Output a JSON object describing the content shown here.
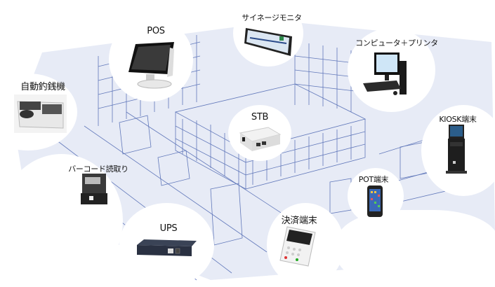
{
  "title": "店舗内IT機器構成図",
  "devices": [
    {
      "id": "pos",
      "label": "POS",
      "icon": "touchscreen-pos-terminal-icon"
    },
    {
      "id": "signage",
      "label": "サイネージモニタ",
      "icon": "signage-monitor-icon"
    },
    {
      "id": "pc-printer",
      "label": "コンピュータ＋プリンタ",
      "icon": "desktop-computer-icon"
    },
    {
      "id": "change-machine",
      "label": "自動釣銭機",
      "icon": "automatic-change-machine-icon"
    },
    {
      "id": "stb",
      "label": "STB",
      "icon": "set-top-box-icon"
    },
    {
      "id": "kiosk",
      "label": "KIOSK端末",
      "icon": "kiosk-terminal-icon"
    },
    {
      "id": "barcode",
      "label": "バーコード読取り",
      "icon": "barcode-reader-icon"
    },
    {
      "id": "pot",
      "label": "POT端末",
      "icon": "handheld-terminal-icon"
    },
    {
      "id": "payment",
      "label": "決済端末",
      "icon": "payment-terminal-icon"
    },
    {
      "id": "ups",
      "label": "UPS",
      "icon": "ups-unit-icon"
    }
  ],
  "colors": {
    "line": "#4a64b0",
    "fill": "#e4e9f5",
    "label": "#111111"
  }
}
